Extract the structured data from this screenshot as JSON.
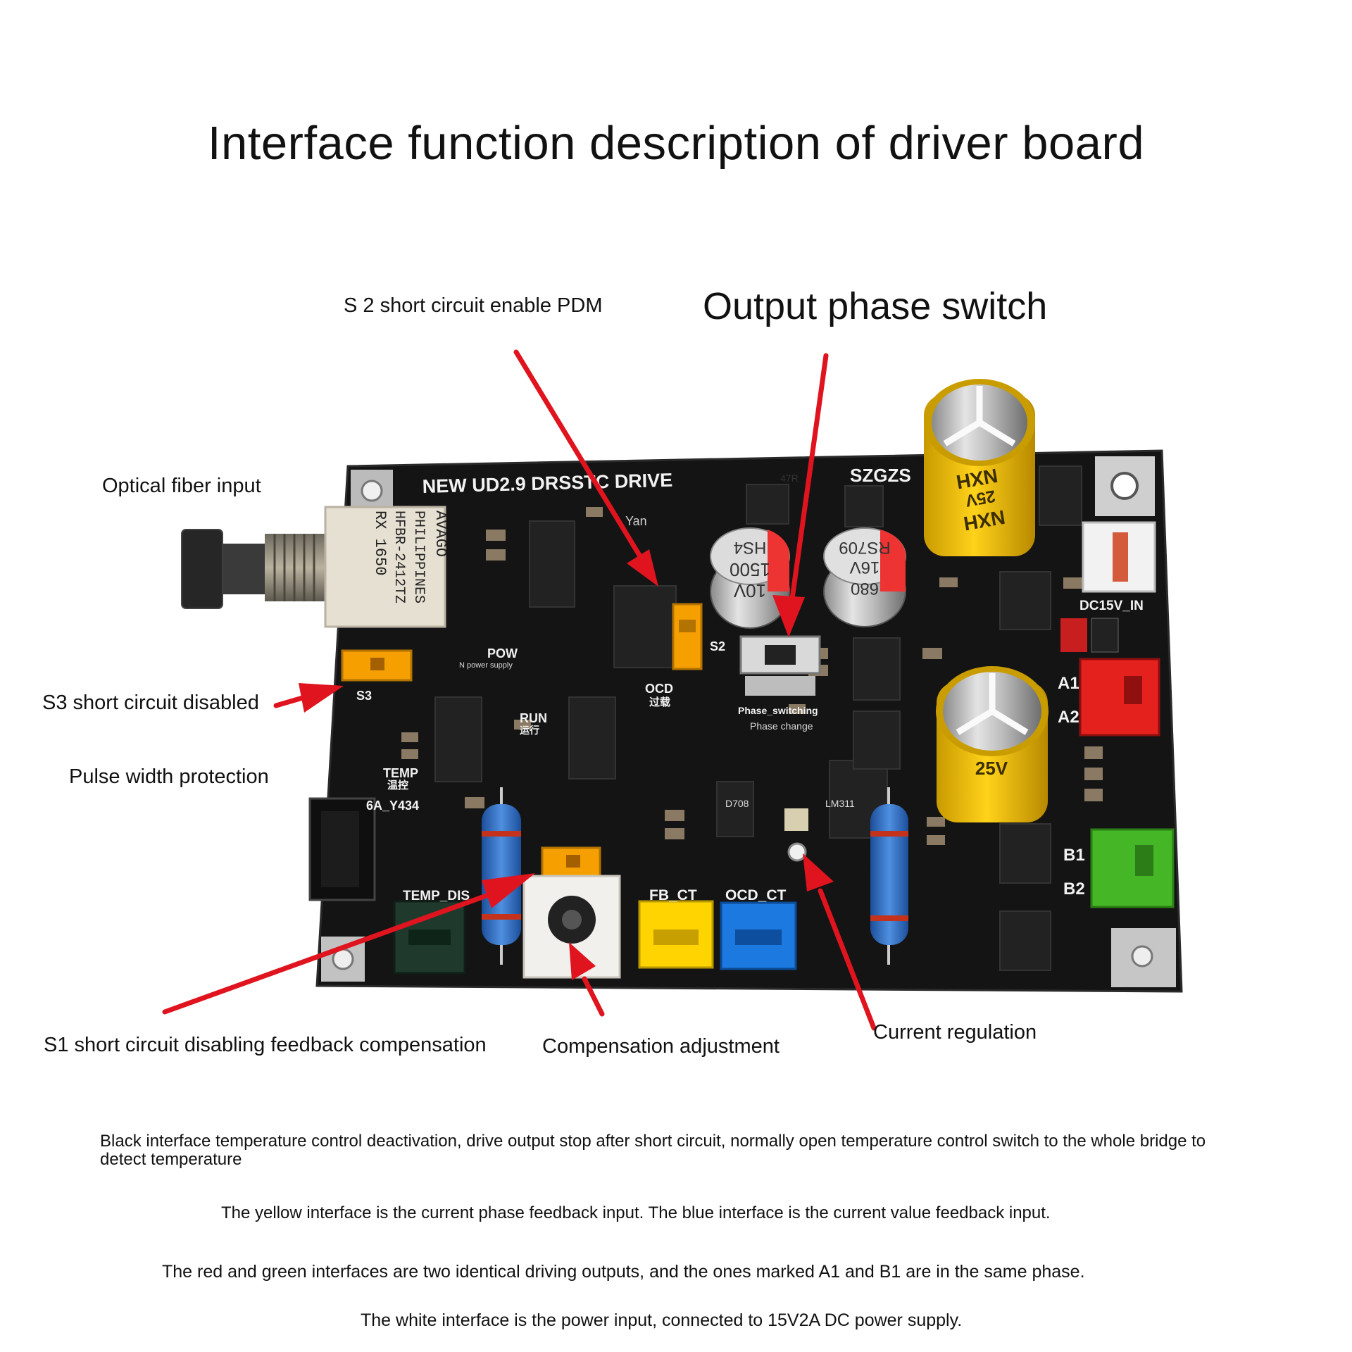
{
  "title": "Interface function description of driver board",
  "callouts": {
    "s2": "S 2 short circuit enable PDM",
    "phase": "Output phase switch",
    "fiber": "Optical fiber input",
    "s3": "S3 short circuit disabled",
    "pulse": "Pulse width protection",
    "s1": "S1 short circuit disabling feedback compensation",
    "comp": "Compensation adjustment",
    "current": "Current regulation"
  },
  "board_labels": {
    "name": "NEW UD2.9 DRSSTC DRIVE",
    "brand": "SZGZS",
    "yan": "Yan",
    "res47r": "47R",
    "dc_in": "DC15V_IN",
    "a1": "A1",
    "a2": "A2",
    "b1": "B1",
    "b2": "B2",
    "s2": "S2",
    "s3": "S3",
    "ocd": "OCD",
    "ocd_cn": "过载",
    "pow": "POW",
    "pow_sub": "N power supply",
    "run": "RUN",
    "run_cn": "运行",
    "temp": "TEMP",
    "temp_cn": "温控",
    "temp_dis": "TEMP_DIS",
    "y434": "6A_Y434",
    "fb_ct": "FB_CT",
    "ocd_ct": "OCD_CT",
    "phase_sw": "Phase_switching",
    "phase_change": "Phase change",
    "lm311": "LM311",
    "d708": "D708",
    "cap1_a": "1500",
    "cap1_b": "10V",
    "cap1_c": "HS4",
    "cap2_a": "RS709",
    "cap2_b": "16V",
    "cap2_c": "680",
    "ncap": "NXH",
    "ncap_v": "25V",
    "fiber_brand": "AVAGO",
    "fiber_l2": "PHILIPPINES",
    "fiber_l3": "HFBR-2412TZ",
    "fiber_l4": "RX 1650"
  },
  "notes": [
    "Black interface temperature control deactivation, drive output stop after short circuit, normally open temperature control switch to the whole bridge to detect temperature",
    "The yellow interface is the current phase feedback input. The blue interface is the current value feedback input.",
    "The red and green interfaces are two identical driving outputs, and the ones marked A1 and B1 are in the same phase.",
    "The white interface is the power input, connected to 15V2A DC power supply."
  ],
  "colors": {
    "arrow": "#e0141e",
    "pcb": "#141414",
    "silk": "#f2f2f2",
    "jumper": "#f5a000",
    "cap_yellow": "#f2c200",
    "conn_red": "#e4211d",
    "conn_green": "#45b626",
    "conn_yellow": "#ffd400",
    "conn_blue": "#1c79e0",
    "conn_dark": "#1f3a2c"
  }
}
